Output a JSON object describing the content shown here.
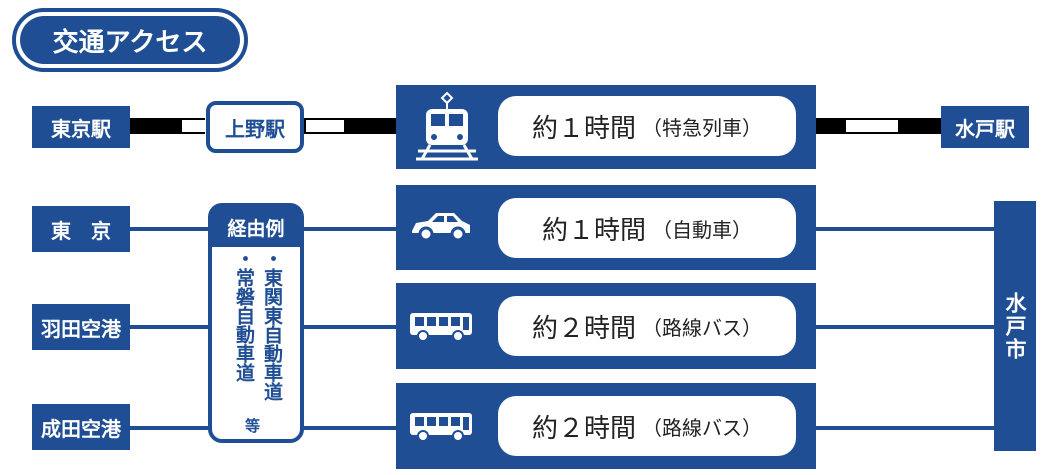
{
  "title": "交通アクセス",
  "rail": {
    "origin": "東京駅",
    "via": "上野駅",
    "time": "約１時間",
    "type": "（特急列車）",
    "destination": "水戸駅"
  },
  "origins": [
    "東　京",
    "羽田空港",
    "成田空港"
  ],
  "route_box": {
    "heading": "経由例",
    "routes": [
      "・東関東自動車道",
      "・常磐自動車道"
    ],
    "etc": "等"
  },
  "road_options": [
    {
      "time": "約１時間",
      "type": "（自動車）",
      "icon": "car-icon"
    },
    {
      "time": "約２時間",
      "type": "（路線バス）",
      "icon": "bus-icon"
    },
    {
      "time": "約２時間",
      "type": "（路線バス）",
      "icon": "bus-icon"
    }
  ],
  "destination_city": "水戸市",
  "colors": {
    "navy": "#1f4e95",
    "white": "#ffffff"
  }
}
